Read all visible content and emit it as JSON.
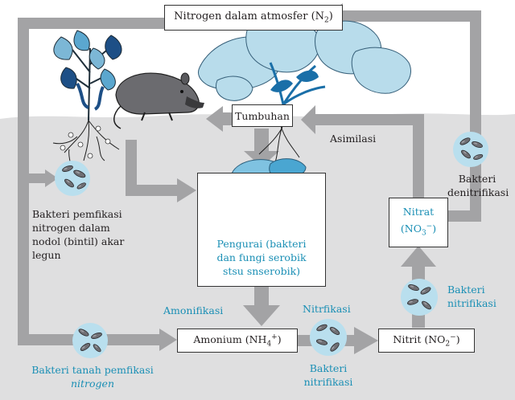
{
  "labels": {
    "atmosphere_pre": "Nitrogen dalam atmosfer (N",
    "atmosphere_sub": "2",
    "atmosphere_post": ")",
    "plants": "Tumbuhan",
    "assimilation": "Asimilasi",
    "decomposer": "Pengurai (bakteri dan fungi serobik stsu snserobik)",
    "ammonification": "Amonifikasi",
    "ammonium_pre": "Amonium (NH",
    "ammonium_sub": "4",
    "ammonium_sup": "+",
    "ammonium_post": ")",
    "nitrification_top": "Nitrfikasi",
    "nitrite_pre": "Nitrit (NO",
    "nitrite_sub": "2",
    "nitrite_sup": "−",
    "nitrite_post": ")",
    "nitrate_line1": "Nitrat",
    "nitrate_pre": "(NO",
    "nitrate_sub": "3",
    "nitrate_sup": "−",
    "nitrate_post": ")",
    "nitrifying_bottom": "Bakteri nitrifikasi",
    "nitrifying_right": "Bakteri nitrifikasi",
    "denitrifying": "Bakteri denitrifikasi",
    "nodule_bacteria": "Bakteri pemfikasi nitrogen dalam nodol (bintil) akar legun",
    "soil_bacteria_line1": "Bakteri tanah pemfikasi",
    "soil_bacteria_line2": "nitrogen"
  },
  "colors": {
    "arrow": "#a3a3a5",
    "soil": "#dfdfe0",
    "leaf": "#b8dceb",
    "leaf_dark": "#1a6fa8",
    "bacteria_circle": "#b9dfee",
    "text_blue": "#1a8fb5"
  }
}
